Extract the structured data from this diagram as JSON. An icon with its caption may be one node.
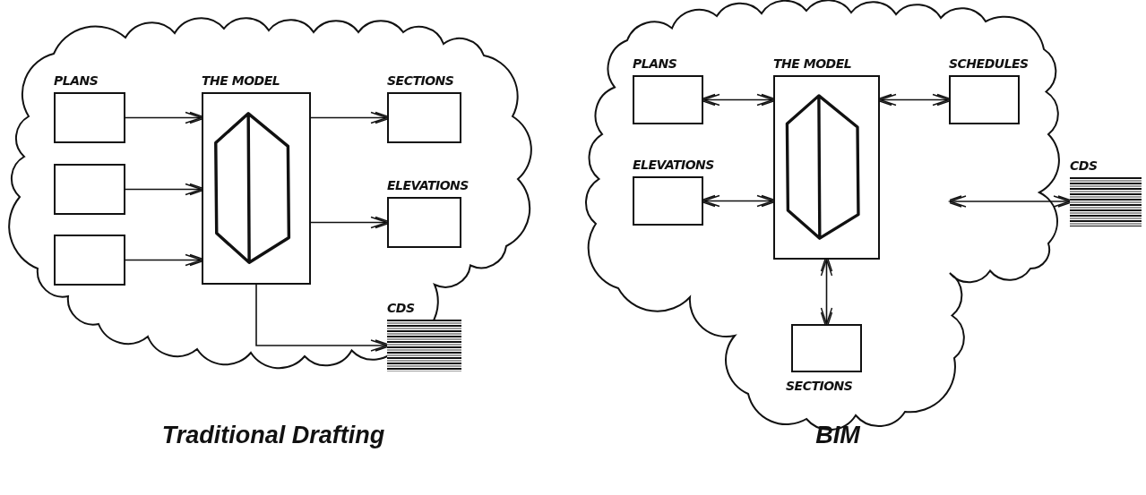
{
  "diagram": {
    "nodes": [
      {
        "text": [
          "Traditional Drafting"
        ]
      },
      {
        "text": [
          "PLANS"
        ],
        "in": 0
      },
      {
        "text": [],
        "shape": "box",
        "in": 0
      },
      {
        "text": [],
        "shape": "box",
        "in": 0
      },
      {
        "text": [
          "THE MODEL"
        ],
        "in": 0
      },
      {
        "text": [
          "SECTIONS"
        ],
        "in": 0
      },
      {
        "text": [
          "ELEVATIONS"
        ],
        "in": 0
      },
      {
        "text": [
          "CDS"
        ],
        "in": 0
      },
      {
        "text": [
          "BIM"
        ]
      },
      {
        "text": [
          "PLANS"
        ],
        "in": 8
      },
      {
        "text": [
          "THE MODEL"
        ],
        "in": 8
      },
      {
        "text": [
          "SCHEDULES"
        ],
        "in": 8
      },
      {
        "text": [
          "ELEVATIONS"
        ],
        "in": 8
      },
      {
        "text": [
          "CDS"
        ]
      },
      {
        "text": [
          "SECTIONS"
        ],
        "in": 8
      }
    ],
    "edges": [
      {
        "from": 1,
        "to": 4,
        "arrow": "to"
      },
      {
        "from": 2,
        "to": 4,
        "arrow": "to"
      },
      {
        "from": 3,
        "to": 4,
        "arrow": "to"
      },
      {
        "from": 4,
        "to": 5,
        "arrow": "to"
      },
      {
        "from": 4,
        "to": 6,
        "arrow": "to"
      },
      {
        "from": 4,
        "to": 7,
        "arrow": "to"
      },
      {
        "from": 9,
        "to": 10,
        "arrow": "both"
      },
      {
        "from": 12,
        "to": 10,
        "arrow": "both"
      },
      {
        "from": 10,
        "to": 11,
        "arrow": "both"
      },
      {
        "from": 10,
        "to": 14,
        "arrow": "both"
      },
      {
        "from": null,
        "to": 13,
        "arrow": "both"
      }
    ]
  }
}
